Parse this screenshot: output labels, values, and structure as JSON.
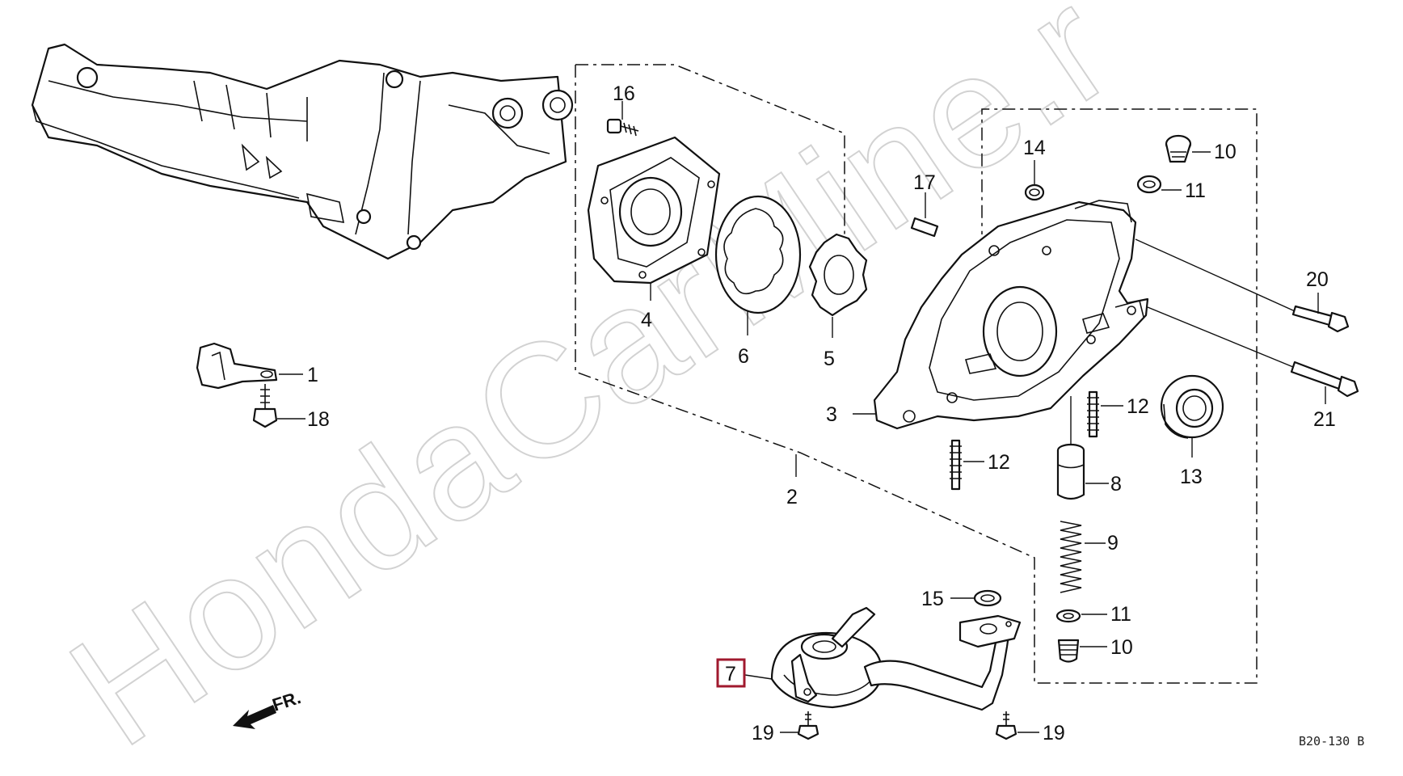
{
  "watermark": "HondaCarMine.r",
  "diagram_ref": "B20-130 B",
  "direction_label": "FR.",
  "highlighted_part": "7",
  "callouts": {
    "p1": "1",
    "p2": "2",
    "p3": "3",
    "p4": "4",
    "p5": "5",
    "p6": "6",
    "p8": "8",
    "p9": "9",
    "p10a": "10",
    "p10b": "10",
    "p11a": "11",
    "p11b": "11",
    "p12a": "12",
    "p12b": "12",
    "p13": "13",
    "p14": "14",
    "p15": "15",
    "p16": "16",
    "p17": "17",
    "p18": "18",
    "p19a": "19",
    "p19b": "19",
    "p20": "20",
    "p21": "21"
  }
}
